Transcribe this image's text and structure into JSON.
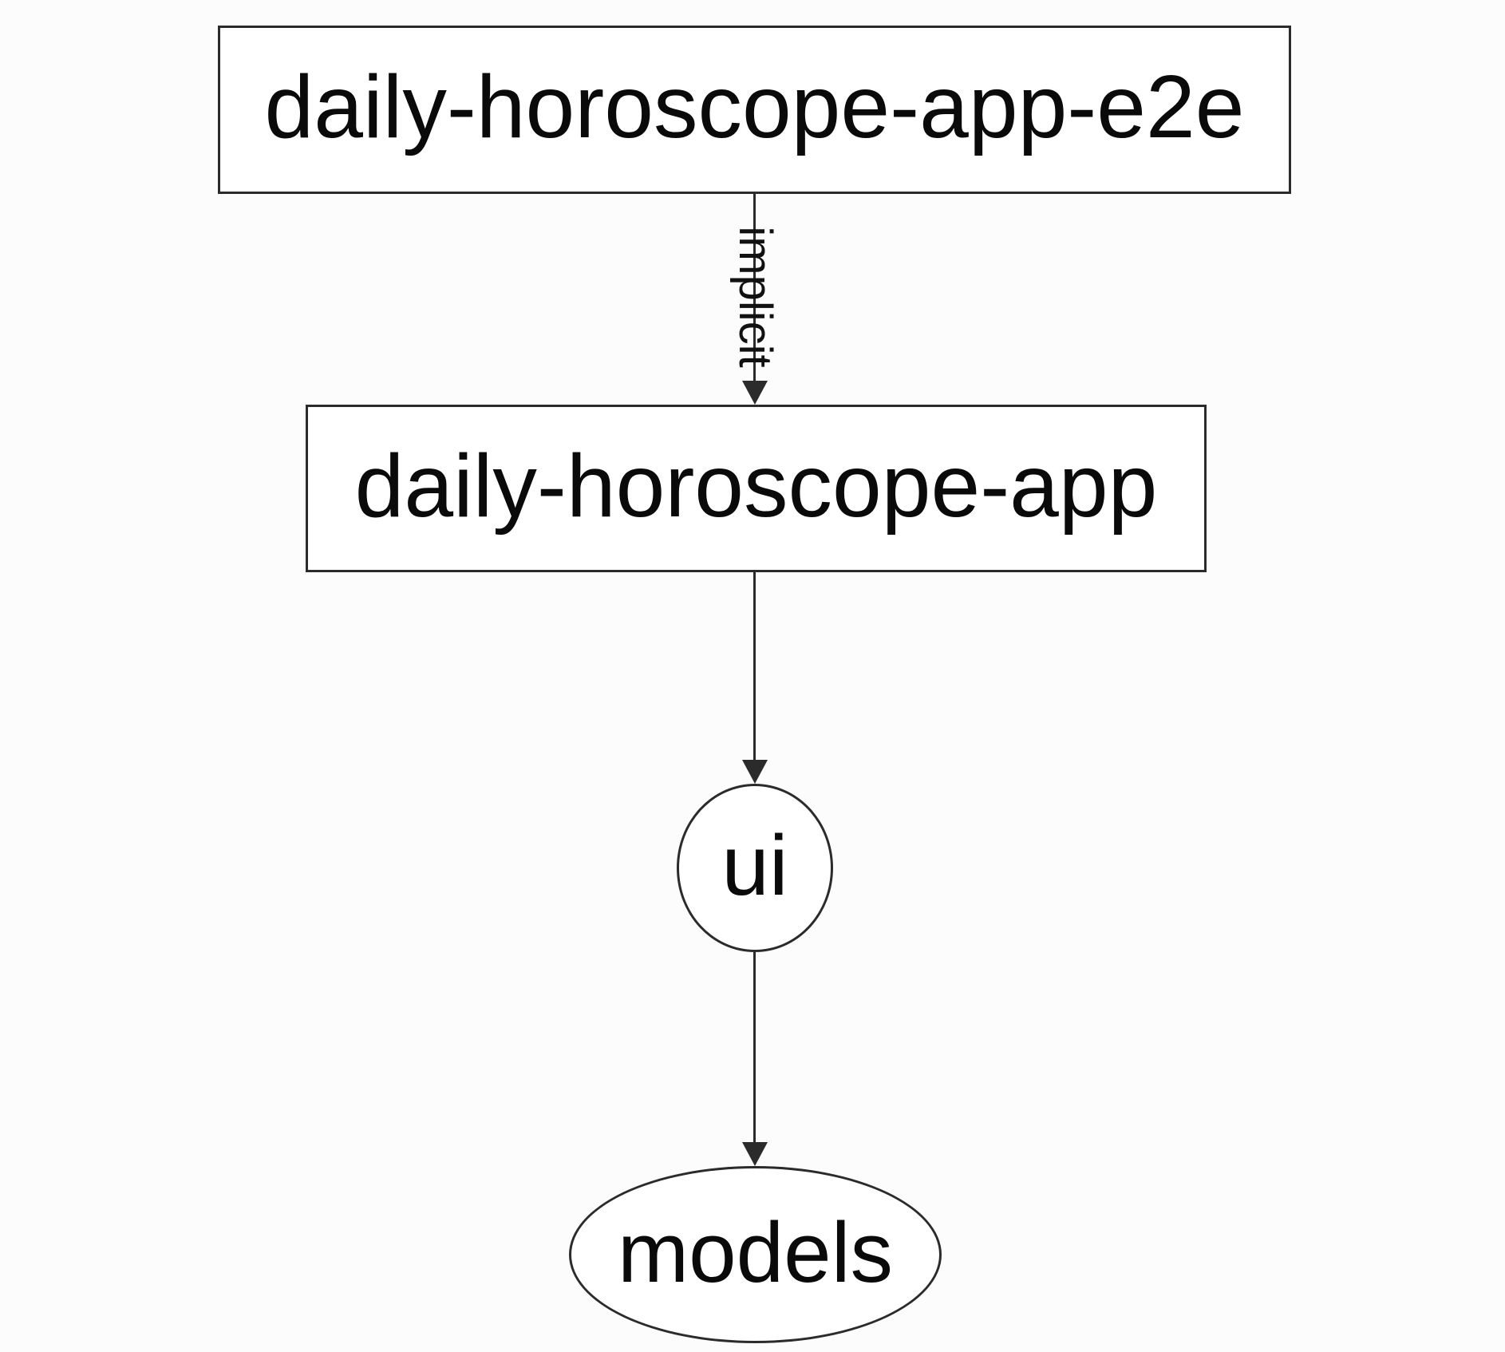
{
  "diagram": {
    "type": "dependency-graph",
    "colors": {
      "background": "#fcfcfc",
      "node_fill": "#ffffff",
      "stroke": "#2b2b2b",
      "text": "#0a0a0a"
    },
    "nodes": [
      {
        "id": "daily-horoscope-app-e2e",
        "label": "daily-horoscope-app-e2e",
        "shape": "rect"
      },
      {
        "id": "daily-horoscope-app",
        "label": "daily-horoscope-app",
        "shape": "rect"
      },
      {
        "id": "ui",
        "label": "ui",
        "shape": "ellipse"
      },
      {
        "id": "models",
        "label": "models",
        "shape": "ellipse"
      }
    ],
    "edges": [
      {
        "from": "daily-horoscope-app-e2e",
        "to": "daily-horoscope-app",
        "label": "implicit"
      },
      {
        "from": "daily-horoscope-app",
        "to": "ui",
        "label": ""
      },
      {
        "from": "ui",
        "to": "models",
        "label": ""
      }
    ]
  }
}
